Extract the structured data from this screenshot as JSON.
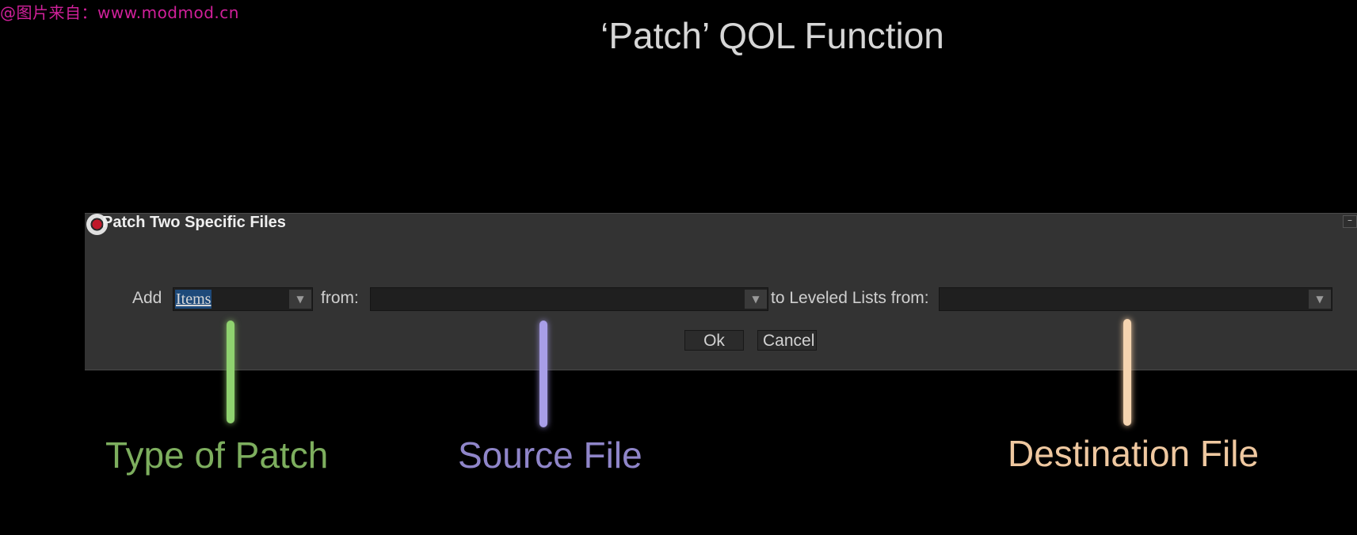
{
  "watermark": "@图片来自：www.modmod.cn",
  "headline": "‘Patch’ QOL Function",
  "dialog": {
    "title": "Patch Two Specific Files",
    "minimize_label": "–",
    "add_label": "Add",
    "type_value": "Items",
    "from_label": "from:",
    "source_value": "",
    "to_label": "to Leveled Lists from:",
    "dest_value": "",
    "ok_label": "Ok",
    "cancel_label": "Cancel",
    "dropdown_icon": "chevron-down-icon",
    "title_icon": "app-icon"
  },
  "annotations": {
    "type_caption": "Type of Patch",
    "type_color": "#7dae5e",
    "source_caption": "Source File",
    "source_color": "#8f85c9",
    "dest_caption": "Destination File",
    "dest_color": "#efc8a0"
  }
}
